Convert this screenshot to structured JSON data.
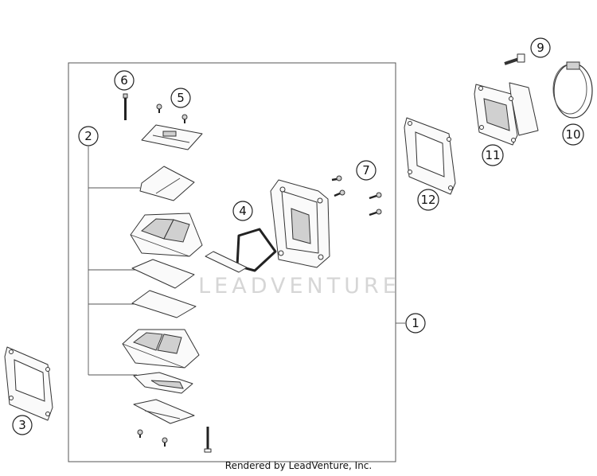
{
  "callouts": {
    "c1": "1",
    "c2": "2",
    "c3": "3",
    "c4": "4",
    "c5": "5",
    "c6": "6",
    "c7": "7",
    "c9": "9",
    "c10": "10",
    "c11": "11",
    "c12": "12"
  },
  "watermark": "LEADVENTURE",
  "footer": "Rendered by LeadVenture, Inc."
}
